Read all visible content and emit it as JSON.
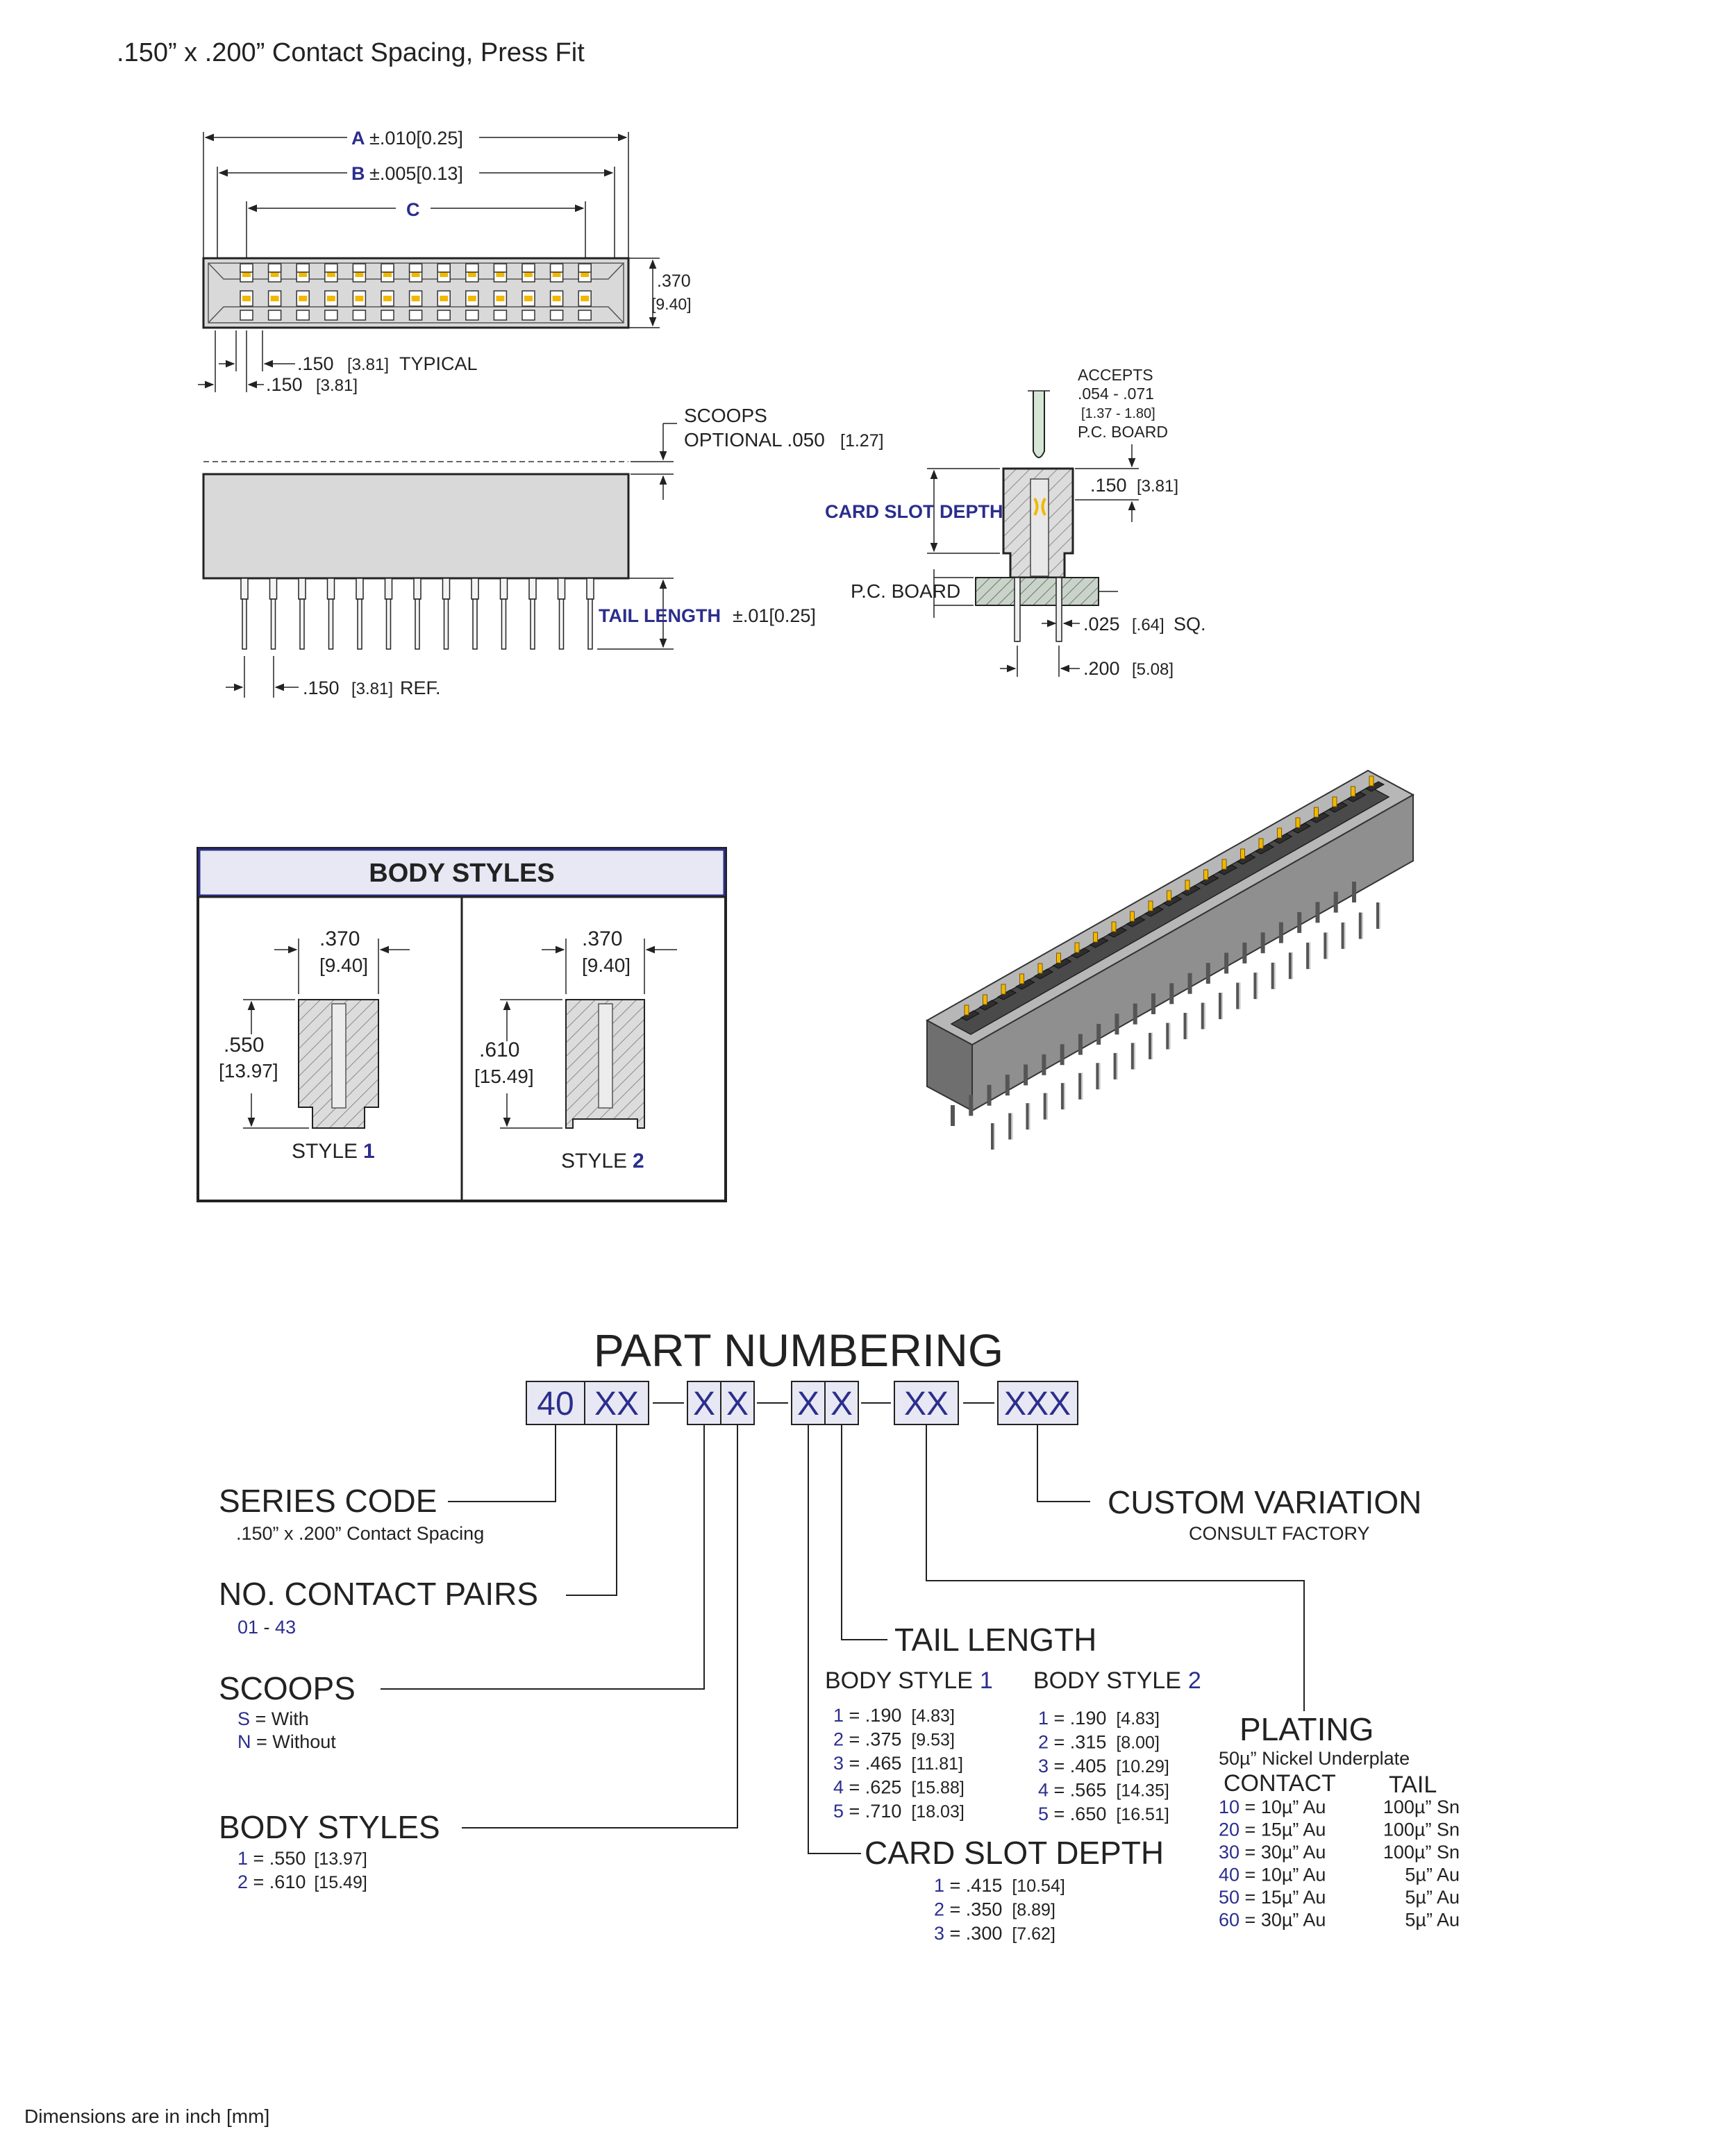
{
  "title": ".150” x .200” Contact Spacing, Press Fit",
  "footer": "Dimensions are in inch [mm]",
  "colors": {
    "accent_blue": "#2b2e8c",
    "body_gray": "#d9d9d9",
    "contact_gold": "#f2b800",
    "line": "#222222"
  },
  "top_view": {
    "dim_a_letter": "A",
    "dim_a_tol": "±.010[0.25]",
    "dim_b_letter": "B",
    "dim_b_tol": "±.005[0.13]",
    "dim_c_letter": "C",
    "height_in": ".370",
    "height_mm": "[9.40]",
    "pitch_in": ".150",
    "pitch_mm": "[3.81]",
    "pitch_note": "TYPICAL",
    "offset_in": ".150",
    "offset_mm": "[3.81]"
  },
  "side_view": {
    "scoops_line1": "SCOOPS",
    "scoops_line2_a": "OPTIONAL .050",
    "scoops_line2_b": "[1.27]",
    "tail_label": "TAIL LENGTH",
    "tail_tol": "±.01[0.25]",
    "ref_in": ".150",
    "ref_mm": "[3.81]",
    "ref_note": "REF."
  },
  "end_view": {
    "accepts_1": "ACCEPTS",
    "accepts_2": ".054 - .071",
    "accepts_3": "[1.37 - 1.80]",
    "accepts_4": "P.C. BOARD",
    "card_slot_label": "CARD SLOT DEPTH",
    "top_in": ".150",
    "top_mm": "[3.81]",
    "pcb_label": "P.C. BOARD",
    "pin_in": ".025",
    "pin_mm": "[.64]",
    "pin_note": "SQ.",
    "row_in": ".200",
    "row_mm": "[5.08]"
  },
  "body_styles": {
    "title": "BODY STYLES",
    "style1": {
      "width_in": ".370",
      "width_mm": "[9.40]",
      "height_in": ".550",
      "height_mm": "[13.97]",
      "label": "STYLE",
      "num": "1"
    },
    "style2": {
      "width_in": ".370",
      "width_mm": "[9.40]",
      "height_in": ".610",
      "height_mm": "[15.49]",
      "label": "STYLE",
      "num": "2"
    }
  },
  "part_numbering": {
    "title": "PART NUMBERING",
    "boxes": [
      "40",
      "XX",
      "X",
      "X",
      "X",
      "X",
      "XX",
      "XXX"
    ],
    "series": {
      "title": "SERIES CODE",
      "sub": ".150” x .200” Contact Spacing"
    },
    "contacts": {
      "title": "NO. CONTACT PAIRS",
      "range_a": "01",
      "range_sep": " - ",
      "range_b": "43"
    },
    "scoops": {
      "title": "SCOOPS",
      "items": [
        {
          "code": "S",
          "desc": " = With"
        },
        {
          "code": "N",
          "desc": " = Without"
        }
      ]
    },
    "body": {
      "title": "BODY STYLES",
      "items": [
        {
          "code": "1",
          "in": " = .550",
          "mm": "[13.97]"
        },
        {
          "code": "2",
          "in": " = .610",
          "mm": "[15.49]"
        }
      ]
    },
    "tail": {
      "title": "TAIL LENGTH",
      "bs1_label": "BODY STYLE",
      "bs1_num": "1",
      "bs2_label": "BODY STYLE",
      "bs2_num": "2",
      "bs1": [
        {
          "code": "1",
          "in": " = .190",
          "mm": "[4.83]"
        },
        {
          "code": "2",
          "in": " = .375",
          "mm": "[9.53]"
        },
        {
          "code": "3",
          "in": " = .465",
          "mm": "[11.81]"
        },
        {
          "code": "4",
          "in": " = .625",
          "mm": "[15.88]"
        },
        {
          "code": "5",
          "in": " = .710",
          "mm": "[18.03]"
        }
      ],
      "bs2": [
        {
          "code": "1",
          "in": " = .190",
          "mm": "[4.83]"
        },
        {
          "code": "2",
          "in": " = .315",
          "mm": "[8.00]"
        },
        {
          "code": "3",
          "in": " = .405",
          "mm": "[10.29]"
        },
        {
          "code": "4",
          "in": " = .565",
          "mm": "[14.35]"
        },
        {
          "code": "5",
          "in": " = .650",
          "mm": "[16.51]"
        }
      ]
    },
    "card_slot": {
      "title": "CARD SLOT DEPTH",
      "items": [
        {
          "code": "1",
          "in": " = .415",
          "mm": "[10.54]"
        },
        {
          "code": "2",
          "in": " = .350",
          "mm": "[8.89]"
        },
        {
          "code": "3",
          "in": " = .300",
          "mm": "[7.62]"
        }
      ]
    },
    "custom": {
      "title": "CUSTOM VARIATION",
      "sub": "CONSULT FACTORY"
    },
    "plating": {
      "title": "PLATING",
      "sub": "50µ” Nickel Underplate",
      "col_contact": "CONTACT",
      "col_tail": "TAIL",
      "rows": [
        {
          "code": "10",
          "contact": " = 10µ” Au",
          "tail": "100µ” Sn"
        },
        {
          "code": "20",
          "contact": " = 15µ” Au",
          "tail": "100µ” Sn"
        },
        {
          "code": "30",
          "contact": " = 30µ” Au",
          "tail": "100µ” Sn"
        },
        {
          "code": "40",
          "contact": " = 10µ” Au",
          "tail": "5µ” Au"
        },
        {
          "code": "50",
          "contact": " = 15µ” Au",
          "tail": "5µ” Au"
        },
        {
          "code": "60",
          "contact": " = 30µ” Au",
          "tail": "5µ” Au"
        }
      ]
    }
  }
}
